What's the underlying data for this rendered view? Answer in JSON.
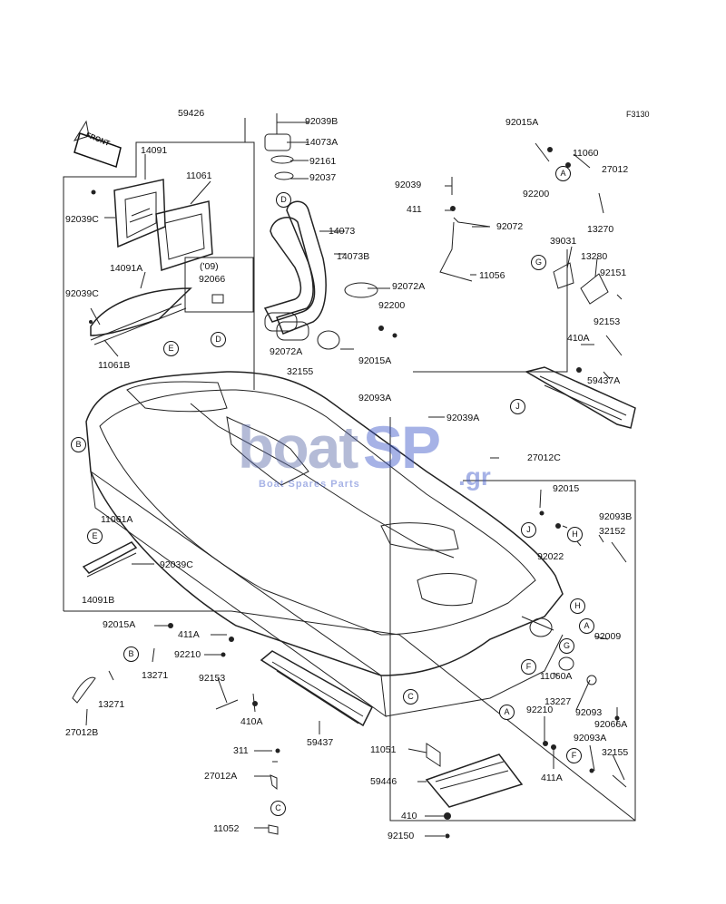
{
  "figure_code": "F3130",
  "front_label": "FRONT",
  "year_note": "('09)",
  "watermark": {
    "brand_a": "boat",
    "brand_b": "SP",
    "suffix": ".gr",
    "tagline": "Boat Spares Parts"
  },
  "parts": [
    "59426",
    "14091",
    "11061",
    "92039C",
    "14091A",
    "92039C",
    "11061B",
    "92066",
    "92039B",
    "14073A",
    "92161",
    "92037",
    "14073",
    "14073B",
    "92072A",
    "92072A",
    "92200",
    "92015A",
    "32155",
    "92093A",
    "92039",
    "411",
    "92072",
    "11056",
    "92015A",
    "11060",
    "27012",
    "92200",
    "13270",
    "39031",
    "13280",
    "92151",
    "92153",
    "410A",
    "59437A",
    "92039A",
    "27012C",
    "92015",
    "92093B",
    "92022",
    "32152",
    "11061A",
    "92039C",
    "14091B",
    "92015A",
    "411A",
    "92210",
    "13271",
    "13271",
    "27012B",
    "92153",
    "410A",
    "59437",
    "311",
    "27012A",
    "11052",
    "11051",
    "59446",
    "410",
    "92150",
    "92009",
    "11060A",
    "13227",
    "92093",
    "92066A",
    "92210",
    "92093A",
    "32155",
    "411A"
  ],
  "callouts": [
    "D",
    "E",
    "B",
    "D",
    "A",
    "G",
    "J",
    "H",
    "J",
    "H",
    "A",
    "G",
    "F",
    "C",
    "A",
    "B",
    "E",
    "C",
    "F"
  ]
}
